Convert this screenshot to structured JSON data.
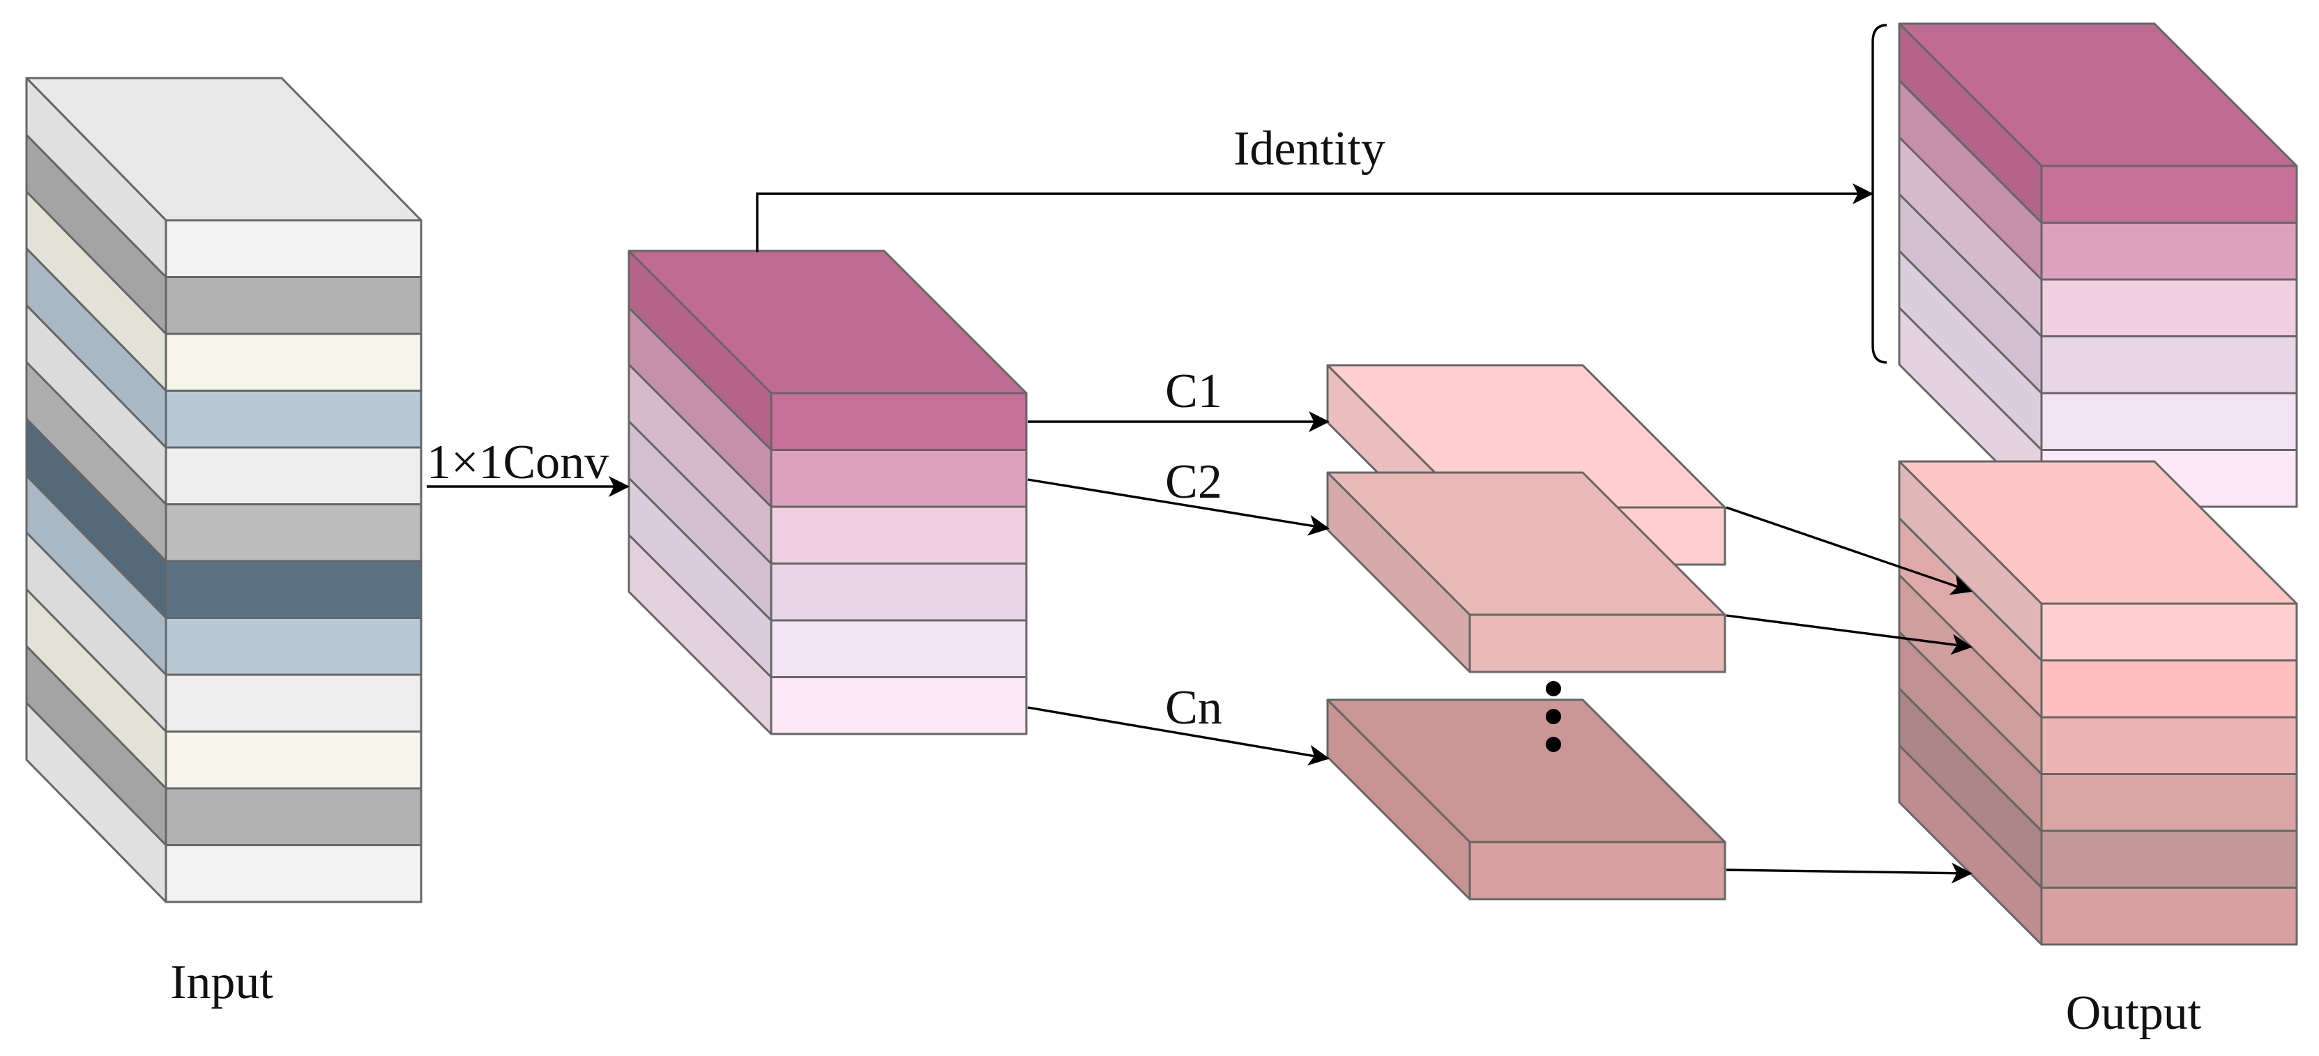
{
  "labels": {
    "input": "Input",
    "output": "Output",
    "conv": "1×1Conv",
    "identity": "Identity",
    "c1": "C1",
    "c2": "C2",
    "cn": "Cn"
  },
  "icons": {
    "ellipsis": "vertical-ellipsis-icon",
    "bracket": "bracket-icon",
    "arrowhead": "arrowhead-icon"
  },
  "colors": {
    "input_layers": [
      "#f3f3f3",
      "#b2b2b2",
      "#f7f6ec",
      "#b7c9d6",
      "#eeeeee",
      "#bcbcbc",
      "#5b7285",
      "#b7c9d6",
      "#eeeeee",
      "#f7f6ec",
      "#b2b2b2",
      "#f3f3f3"
    ],
    "input_top": "#e8e8e8",
    "mid_layers": [
      "#c86f9a",
      "#dda0bd",
      "#efcfe0",
      "#e8d5e8",
      "#f3e4f3",
      "#fde8f7"
    ],
    "mid_top": "#bf6b94",
    "slice_c1": "#ffcfcf",
    "slice_c2": "#ebb8b8",
    "slice_cn": "#d9a0a0",
    "out_top_layers": [
      "#c86f9a",
      "#dda0bd",
      "#efcfe0",
      "#e8d5e8",
      "#f3e4f3",
      "#fde8f7"
    ],
    "out_top_top": "#bf6b94",
    "out_bottom_layers": [
      "#ffcfcf",
      "#ffc0c0",
      "#edb4b4",
      "#dba5a5",
      "#c49898",
      "#d9a0a0"
    ],
    "out_bottom_top": "#ffc4c4",
    "arrow": "#000000",
    "edge": "#666666"
  }
}
